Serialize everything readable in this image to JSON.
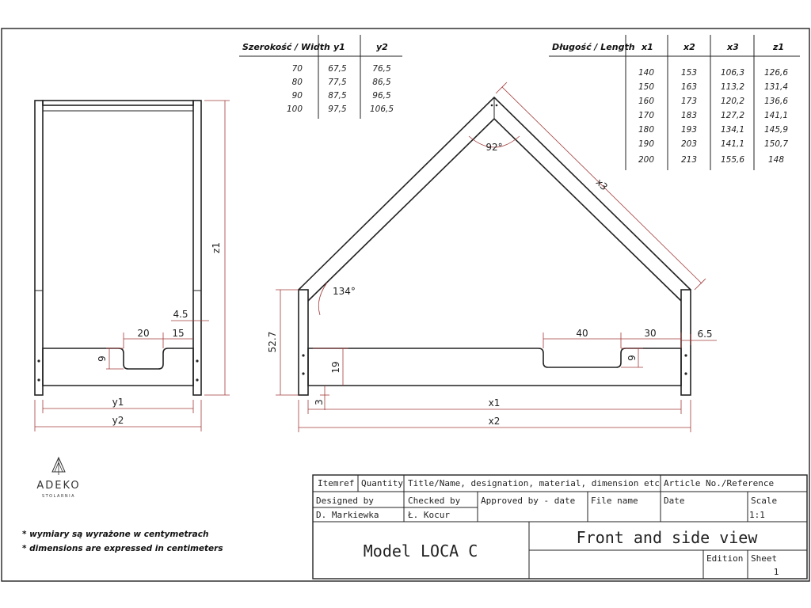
{
  "width_table": {
    "headers": [
      "Szerokość / Width",
      "y1",
      "y2"
    ],
    "rows": [
      [
        "70",
        "67,5",
        "76,5"
      ],
      [
        "80",
        "77,5",
        "86,5"
      ],
      [
        "90",
        "87,5",
        "96,5"
      ],
      [
        "100",
        "97,5",
        "106,5"
      ]
    ]
  },
  "length_table": {
    "headers": [
      "Długość / Length",
      "x1",
      "x2",
      "x3",
      "z1"
    ],
    "rows": [
      [
        "140",
        "153",
        "106,3",
        "126,6"
      ],
      [
        "150",
        "163",
        "113,2",
        "131,4"
      ],
      [
        "160",
        "173",
        "120,2",
        "136,6"
      ],
      [
        "170",
        "183",
        "127,2",
        "141,1"
      ],
      [
        "180",
        "193",
        "134,1",
        "145,9"
      ],
      [
        "190",
        "203",
        "141,1",
        "150,7"
      ],
      [
        "200",
        "213",
        "155,6",
        "148"
      ]
    ]
  },
  "dimensions": {
    "z1": "z1",
    "dim_45": "4.5",
    "dim_20": "20",
    "dim_15": "15",
    "dim_9_left": "9",
    "y1": "y1",
    "y2": "y2",
    "angle_top": "92°",
    "angle_side": "134°",
    "x3": "x3",
    "dim_527": "52.7",
    "dim_19": "19",
    "dim_3": "3",
    "dim_40": "40",
    "dim_30": "30",
    "dim_65": "6.5",
    "dim_9_right": "9",
    "x1": "x1",
    "x2": "x2"
  },
  "logo": {
    "name": "ADEKO",
    "subtitle": "STOLARNIA"
  },
  "notes": [
    "* wymiary są wyrażone w centymetrach",
    "* dimensions are expressed in centimeters"
  ],
  "title_block": {
    "itemref": "Itemref",
    "quantity": "Quantity",
    "title_label": "Title/Name, designation, material, dimension etc",
    "article_label": "Article No./Reference",
    "designed_label": "Designed by",
    "designed_value": "D. Markiewka",
    "checked_label": "Checked by",
    "checked_value": "Ł. Kocur",
    "approved_label": "Approved by - date",
    "file_label": "File name",
    "date_label": "Date",
    "scale_label": "Scale",
    "scale_value": "1:1",
    "model": "Model LOCA C",
    "view": "Front and side view",
    "edition_label": "Edition",
    "sheet_label": "Sheet",
    "sheet_value": "1"
  },
  "colors": {
    "line": "#222222",
    "dimension": "#a23a3a"
  }
}
